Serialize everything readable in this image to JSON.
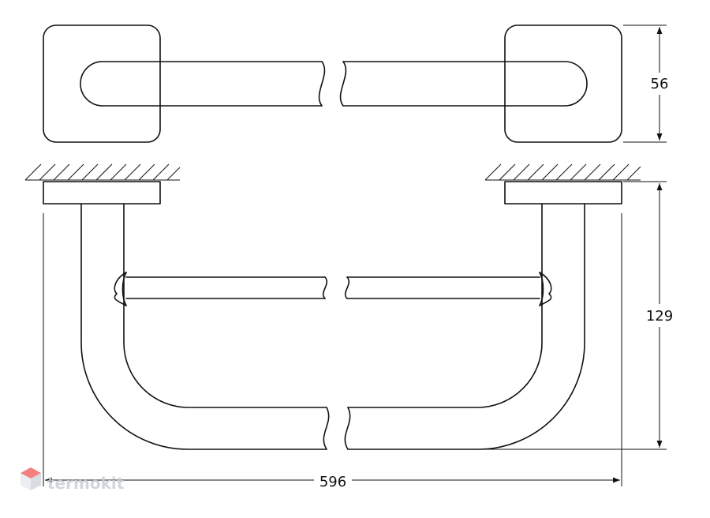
{
  "dimensions": {
    "height_top": "56",
    "height_side": "129",
    "width": "596"
  },
  "watermark": {
    "text": "termokit",
    "color": "#c9ced6",
    "accent": "#f06a6a"
  },
  "colors": {
    "line": "#111111",
    "background": "#ffffff"
  }
}
